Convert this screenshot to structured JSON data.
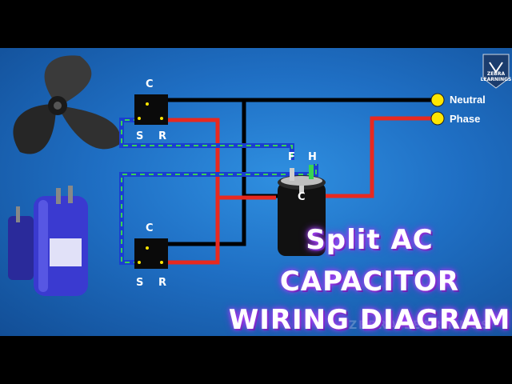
{
  "title": {
    "line1": "Split AC",
    "line2": "CAPACITOR",
    "line3": "WIRING DIAGRAM"
  },
  "top_relay": {
    "c": "C",
    "s": "S",
    "r": "R"
  },
  "bottom_relay": {
    "c": "C",
    "s": "S",
    "r": "R"
  },
  "capacitor": {
    "f": "F",
    "h": "H",
    "c": "C"
  },
  "legend": {
    "neutral": "Neutral",
    "phase": "Phase"
  },
  "logo": {
    "line1": "ZEBRA",
    "line2": "LEARNINGS"
  },
  "watermark": "ZEBRA LEARNINGS",
  "colors": {
    "neutral_wire": "#000000",
    "phase_wire": "#e8291f",
    "start_wire": "#1a3fd0",
    "start_wire_dash": "#39d353",
    "terminal_dot": "#ffe600"
  }
}
